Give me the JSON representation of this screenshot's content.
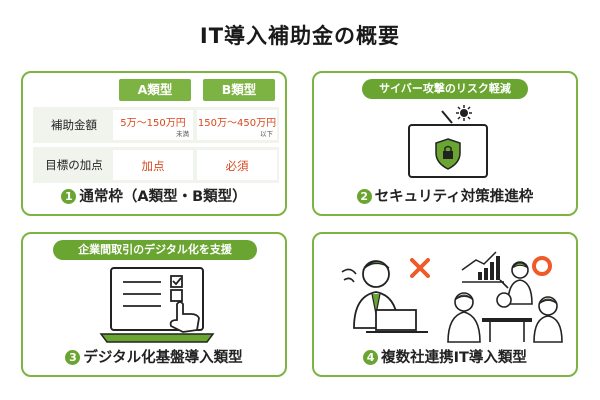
{
  "title": "IT導入補助金の概要",
  "cards": [
    {
      "number": "1",
      "label": "通常枠（A類型・B類型）",
      "table": {
        "col_a": "A類型",
        "col_b": "B類型",
        "rows": [
          {
            "label": "補助金額",
            "a": "5万〜150万円",
            "a_note": "未満",
            "b": "150万〜450万円",
            "b_note": "以下"
          },
          {
            "label": "目標の加点",
            "a": "加点",
            "b": "必須"
          }
        ]
      }
    },
    {
      "number": "2",
      "label": "セキュリティ対策推進枠",
      "pill": "サイバー攻撃のリスク軽減"
    },
    {
      "number": "3",
      "label": "デジタル化基盤導入類型",
      "pill": "企業間取引のデジタル化を支援"
    },
    {
      "number": "4",
      "label": "複数社連携IT導入類型"
    }
  ],
  "colors": {
    "accent": "#7cb342",
    "badge": "#6aa531",
    "red": "#d9481c",
    "orange": "#ef5a28"
  }
}
